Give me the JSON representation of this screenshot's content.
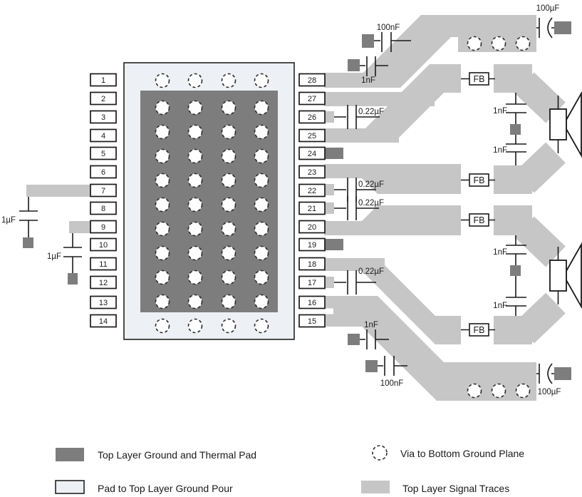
{
  "diagram": {
    "pins": {
      "left": [
        "1",
        "2",
        "3",
        "4",
        "5",
        "6",
        "7",
        "8",
        "9",
        "10",
        "11",
        "12",
        "13",
        "14"
      ],
      "right": [
        "28",
        "27",
        "26",
        "25",
        "24",
        "23",
        "22",
        "21",
        "20",
        "19",
        "18",
        "17",
        "16",
        "15"
      ]
    },
    "labels": {
      "fb": "FB",
      "c100uF": "100µF",
      "c100nF": "100nF",
      "c1nF": "1nF",
      "c022uF": "0.22µF",
      "c1uF": "1µF"
    },
    "legend": {
      "items": [
        {
          "label": "Top Layer Ground and Thermal Pad",
          "swatch": "ground-thermal-pad"
        },
        {
          "label": "Pad to Top Layer Ground Pour",
          "swatch": "pad-ground-pour"
        },
        {
          "label": "Via to Bottom Ground Plane",
          "swatch": "via-bottom-ground"
        },
        {
          "label": "Top Layer Signal Traces",
          "swatch": "signal-traces"
        }
      ]
    },
    "colors": {
      "signal_trace": "#c6c6c6",
      "ground_thermal_pad": "#7d7d7d",
      "pad_ground_pour": "#edf0f5",
      "line": "#1a1a1a",
      "background": "#ffffff"
    }
  }
}
